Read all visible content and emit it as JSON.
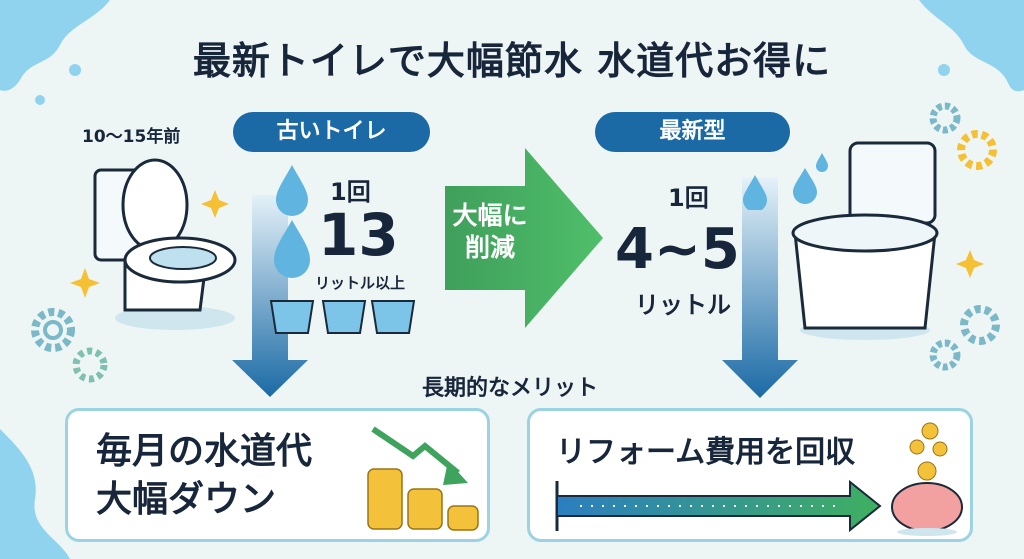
{
  "title": "最新トイレで大幅節水 水道代お得に",
  "old": {
    "era": "10〜15年前",
    "label": "古いトイレ",
    "per_flush": "1回",
    "amount": "13",
    "unit": "リットル以上"
  },
  "arrow_label": {
    "line1": "大幅に",
    "line2": "削減"
  },
  "new": {
    "label": "最新型",
    "per_flush": "1回",
    "amount": "4~5",
    "unit": "リットル"
  },
  "merits_heading": "長期的なメリット",
  "merit_left": {
    "line1": "毎月の水道代",
    "line2": "大幅ダウン"
  },
  "merit_right": {
    "text": "リフォーム費用を回収"
  },
  "colors": {
    "blue": "#1b6aa5",
    "green": "#3da35d",
    "border": "#9bd3e3"
  }
}
